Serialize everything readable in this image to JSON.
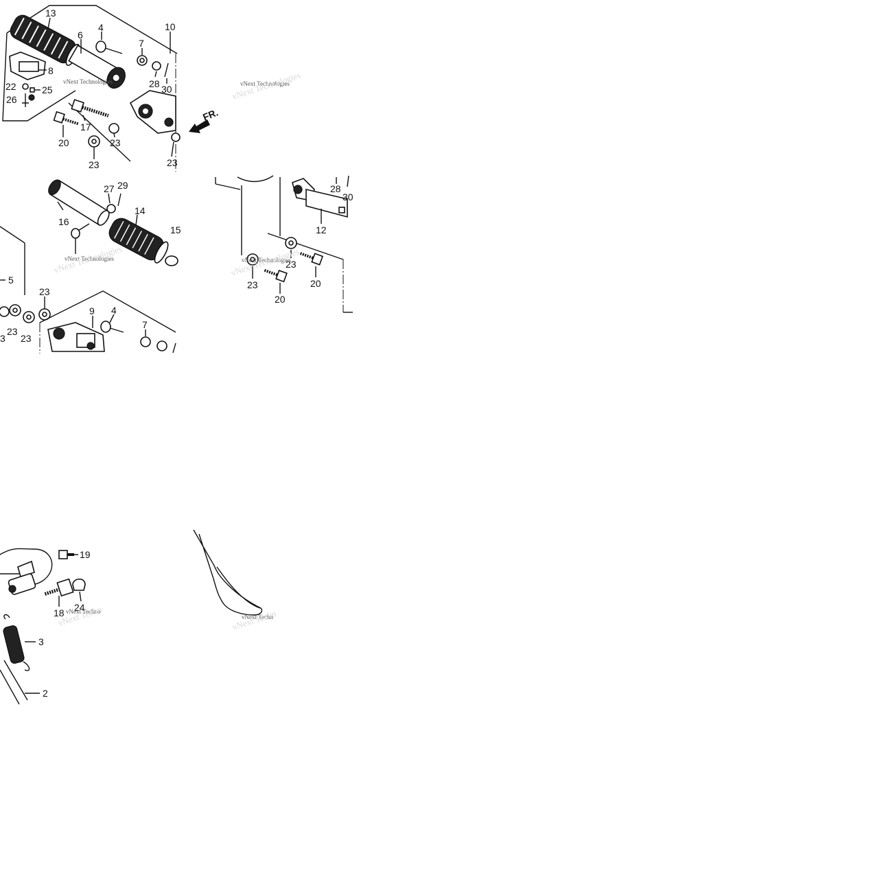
{
  "callouts": {
    "c13": "13",
    "c6": "6",
    "c4a": "4",
    "c7a": "7",
    "c10": "10",
    "c8": "8",
    "c28a": "28",
    "c30a": "30",
    "c22": "22",
    "c25": "25",
    "c26": "26",
    "c17": "17",
    "c20a": "20",
    "c23a": "23",
    "c23b": "23",
    "c23c": "23",
    "c27": "27",
    "c29": "29",
    "c16": "16",
    "c14": "14",
    "c15": "15",
    "c5": "5",
    "c23d": "23",
    "c23e": "23",
    "c23f": "23",
    "c3a": "3",
    "c9": "9",
    "c4b": "4",
    "c7b": "7",
    "c28b": "28",
    "c30b": "30",
    "c12": "12",
    "c23g": "23",
    "c23h": "23",
    "c20b": "20",
    "c20c": "20",
    "c19": "19",
    "c18": "18",
    "c24": "24",
    "c3b": "3",
    "c2": "2"
  },
  "front_arrow": "FR.",
  "watermarks": {
    "w1": "vNext Technologies",
    "w2": "vNext Technologies",
    "w3": "vNext Technologies",
    "w4": "vNext Technologies",
    "w5": "vNext Techno",
    "w6": "vNext Techn"
  }
}
